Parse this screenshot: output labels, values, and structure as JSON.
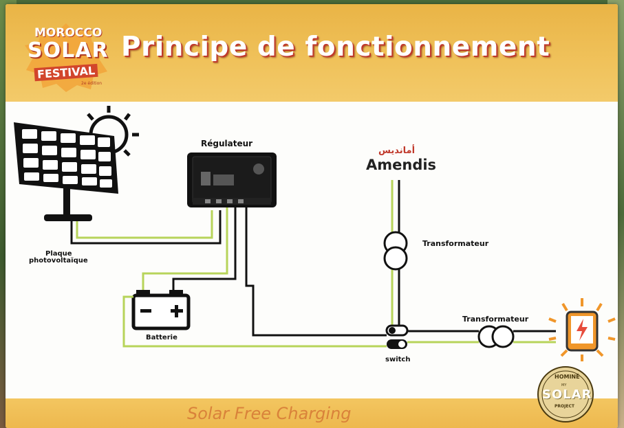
{
  "header": {
    "title": "Principe de fonctionnement",
    "logo": {
      "line1": "MOROCCO",
      "line2": "SOLAR",
      "line3": "FESTIVAL",
      "edition": "2e édition"
    }
  },
  "diagram": {
    "regulator_label": "Régulateur",
    "panel_label_line1": "Plaque",
    "panel_label_line2": "photovoltaïque",
    "battery_label": "Batterie",
    "switch_label": "switch",
    "transformer_top_label": "Transformateur",
    "transformer_right_label": "Transformateur",
    "grid_brand_arabic": "أمانديس",
    "grid_brand": "Amendis",
    "battery_minus": "−",
    "battery_plus": "+"
  },
  "footer": {
    "text": "Solar Free Charging"
  },
  "badge": {
    "line1": "HOMINÉ",
    "line2": "MY",
    "line3": "SOLAR",
    "line4": "PROJECT"
  },
  "colors": {
    "header_orange": "#f0c25b",
    "title_shadow_red": "#c0392b",
    "wire_green": "#b7d45a",
    "wire_black": "#111111",
    "accent_orange": "#f0962a"
  }
}
